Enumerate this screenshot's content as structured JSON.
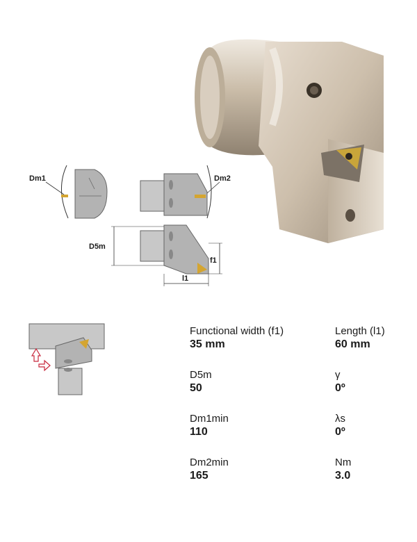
{
  "diagram": {
    "dm1": "Dm1",
    "dm2": "Dm2",
    "d5m": "D5m",
    "f1": "f1",
    "l1": "l1"
  },
  "specs": [
    {
      "label": "Functional width (f1)",
      "value": "35 mm"
    },
    {
      "label": "Length (l1)",
      "value": "60 mm"
    },
    {
      "label": "D5m",
      "value": "50"
    },
    {
      "label": "γ",
      "value": "0º"
    },
    {
      "label": "Dm1min",
      "value": "110"
    },
    {
      "label": "λs",
      "value": "0º"
    },
    {
      "label": "Dm2min",
      "value": "165"
    },
    {
      "label": "Nm",
      "value": "3.0"
    }
  ]
}
